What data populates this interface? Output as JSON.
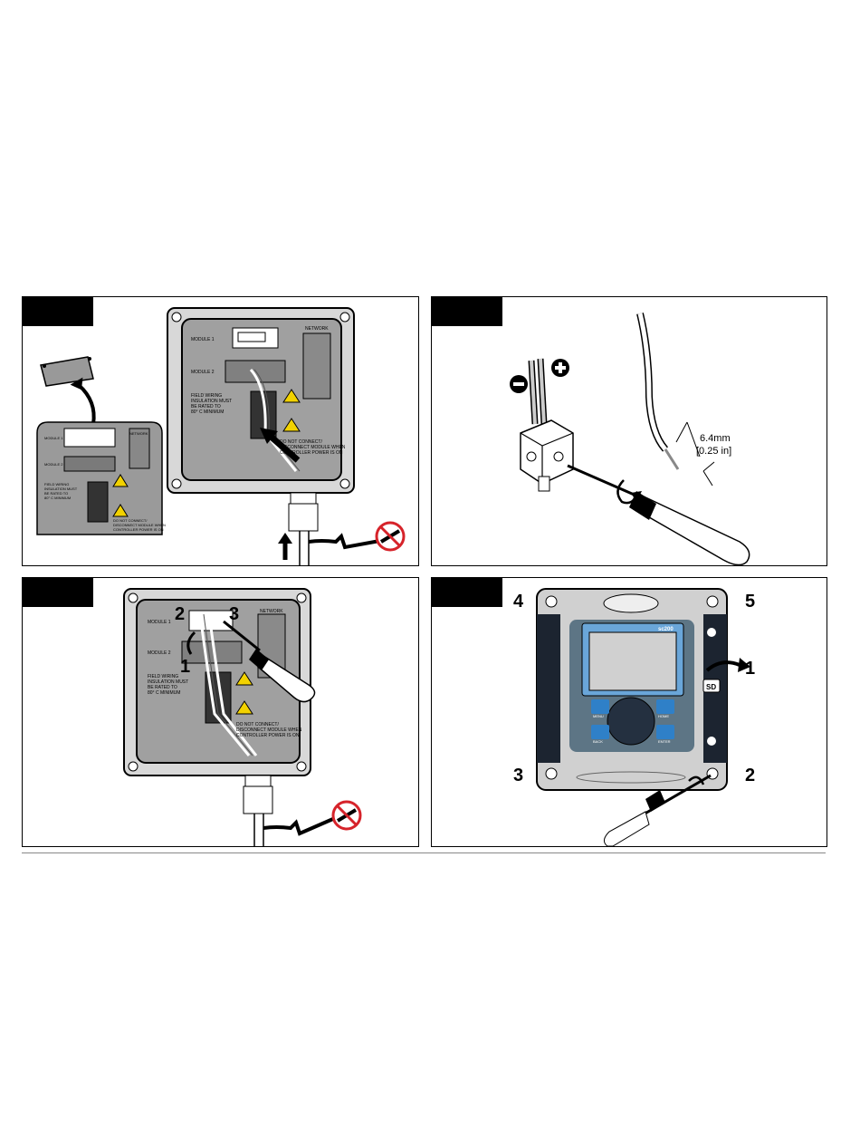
{
  "module_labels": {
    "module1": "MODULE 1",
    "module2": "MODULE 2",
    "network": "NETWORK"
  },
  "warning_text": {
    "field_wiring": [
      "FIELD WIRING",
      "INSULATION MUST",
      "BE RATED TO",
      "80° C MINIMUM"
    ],
    "disconnect": [
      "DO NOT CONNECT/",
      "DISCONNECT MODULE WHEN",
      "CONTROLLER POWER IS ON"
    ]
  },
  "step2": {
    "strip_length": "6.4mm",
    "strip_length_in": "[0.25 in]"
  },
  "step3": {
    "callouts": [
      "2",
      "3",
      "1"
    ]
  },
  "step4": {
    "device_name": "sc200",
    "sd_label": "SD",
    "callouts": [
      "4",
      "5",
      "1",
      "3",
      "2"
    ],
    "keys": [
      "MENU",
      "HOME",
      "BACK",
      "ENTER"
    ]
  },
  "colors": {
    "panel_border": "#000000",
    "enclosure_grey": "#a8a8a8",
    "screen_blue": "#6aa6d9",
    "keypad_blue": "#2f80c8",
    "warning_yellow": "#f2d200",
    "no_red": "#d6232a"
  }
}
